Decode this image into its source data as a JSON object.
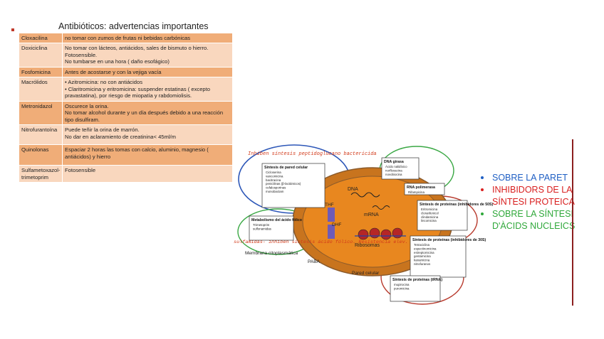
{
  "table": {
    "title": "Antibióticos: advertencias importantes",
    "rows": [
      {
        "drug": "Cloxacilina",
        "notes": [
          "no tomar con zumos de frutas ni bebidas carbónicas"
        ]
      },
      {
        "drug": "Doxiciclina",
        "notes": [
          "No tomar con lácteos, antiácidos, sales de bismuto o hierro.",
          "Fotosensible.",
          "No tumbarse en una hora ( daño esofágico)"
        ]
      },
      {
        "drug": "Fosfomicina",
        "notes": [
          "Antes de acostarse y con la vejiga vacía"
        ]
      },
      {
        "drug": "Macrólidos",
        "notes": [
          "• Azitromicina: no con antiácidos",
          "• Claritromicina y eritromicina: suspender estatinas ( excepto pravastatina), por riesgo de miopatía y rabdomiolisis."
        ]
      },
      {
        "drug": "Metronidazol",
        "notes": [
          "Oscurece la orina.",
          "No tomar alcohol durante y un día después debido a una reacción tipo disulfiram."
        ]
      },
      {
        "drug": "Nitrofurantoína",
        "notes": [
          "Puede teñir la orina de marrón.",
          "No dar en aclaramiento de creatinina< 45ml/m"
        ]
      },
      {
        "drug": "Quinolonas",
        "notes": [
          "Espaciar 2 horas las tomas  con calcio, aluminio, magnesio ( antiácidos) y hierro"
        ]
      },
      {
        "drug": "Sulfametoxazol-trimetoprim",
        "notes": [
          "Fotosensible"
        ]
      }
    ]
  },
  "diagram": {
    "annotation_wall": "Inhiben síntesis peptidoglucano bactericida",
    "annotation_sulfa": "sulfamidas- inhiben síntesis ácido fólico. Resistencia elev.",
    "labels": {
      "dna": "DNA",
      "mrna": "mRNA",
      "thf": "THF",
      "dhf": "DHF",
      "ribosomas": "Ribosomas",
      "membrana": "Membrana citoplasmática",
      "paba": "PABA",
      "pared": "Pared celular"
    },
    "boxes": {
      "wall": {
        "title": "Síntesis de pared celular",
        "items": [
          "Cicloserina",
          "vancomicina",
          "bacitracina",
          "penicilinas (β-lactámicos)",
          "cefalosporinas",
          "monobactam"
        ]
      },
      "gyrase": {
        "title": "DNA girasa",
        "items": [
          "Ácido nalidíxico",
          "norfloxacina",
          "novobiocina"
        ]
      },
      "rnapol": {
        "title": "RNA polimerasa",
        "items": [
          "Rifampicina"
        ]
      },
      "p50s": {
        "title": "Síntesis de proteínas (inhibidores de 50S)",
        "items": [
          "Eritromicina",
          "cloranfenicol",
          "clindamicina",
          "lincomicina"
        ]
      },
      "folate": {
        "title": "Metabolismo del ácido fólico",
        "items": [
          "Trimetoprim",
          "sulfonamidas"
        ]
      },
      "p30s": {
        "title": "Síntesis de proteínas (inhibidores de 30S)",
        "items": [
          "Tetraciclina",
          "espectinomicina",
          "estreptomicina",
          "gentamicina",
          "kanamicina",
          "nitrofuranos"
        ]
      },
      "trna": {
        "title": "Síntesis de proteínas (tRNA)",
        "items": [
          "mupirocina",
          "puromicina"
        ]
      }
    }
  },
  "legend": [
    {
      "text": "SOBRE LA PARET",
      "color": "#1f5fc4"
    },
    {
      "text": "INHIBIDORS DE LA SÍNTESI PROTEICA",
      "color": "#d92020"
    },
    {
      "text": "SOBRE LA SÍNTESI D'ÀCIDS NUCLEICS",
      "color": "#2fa83a"
    }
  ],
  "colors": {
    "row_dark": "#f0ad78",
    "row_light": "#f9d7be",
    "cell_fill": "#e8871f",
    "cell_border": "#8a5a2b",
    "ring_blue": "#2d57b8",
    "ring_green": "#3aa844",
    "ring_red": "#b83a2d",
    "divider": "#8c1f1f"
  }
}
